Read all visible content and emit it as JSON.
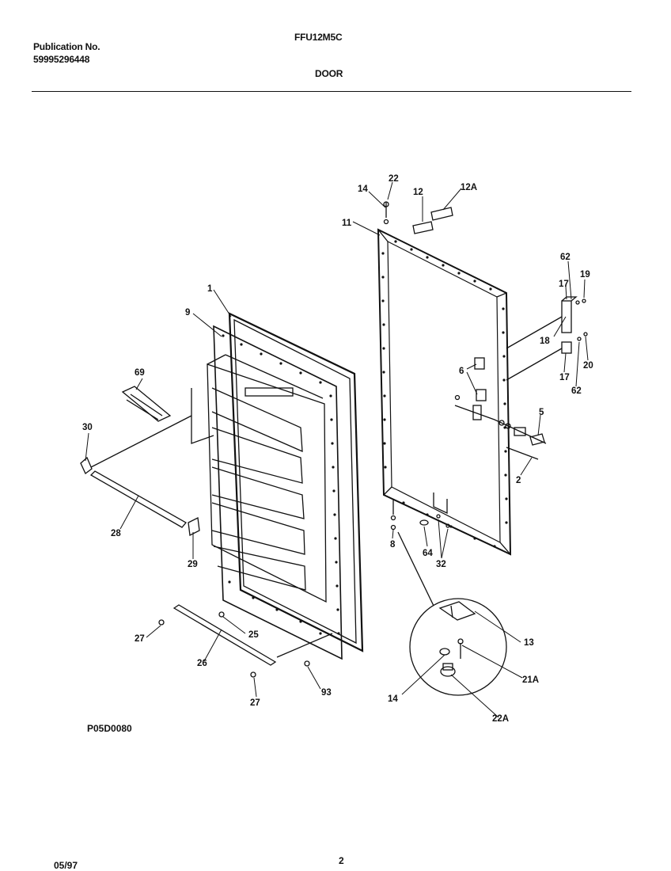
{
  "header": {
    "publication_label": "Publication No.",
    "publication_number": "59995296448",
    "model": "FFU12M5C",
    "section": "DOOR"
  },
  "footer": {
    "figure_code": "P05D0080",
    "date": "05/97",
    "page": "2"
  },
  "callouts": {
    "c1": "1",
    "c9": "9",
    "c69": "69",
    "c30": "30",
    "c28": "28",
    "c29": "29",
    "c27a": "27",
    "c25": "25",
    "c26": "26",
    "c27b": "27",
    "c93": "93",
    "c14a": "14",
    "c22": "22",
    "c12": "12",
    "c12A": "12A",
    "c11": "11",
    "c62a": "62",
    "c19": "19",
    "c17a": "17",
    "c18": "18",
    "c17b": "17",
    "c20": "20",
    "c62b": "62",
    "c6": "6",
    "c5": "5",
    "c2": "2",
    "c8": "8",
    "c64": "64",
    "c32": "32",
    "c13": "13",
    "c21A": "21A",
    "c14b": "14",
    "c22A": "22A"
  }
}
